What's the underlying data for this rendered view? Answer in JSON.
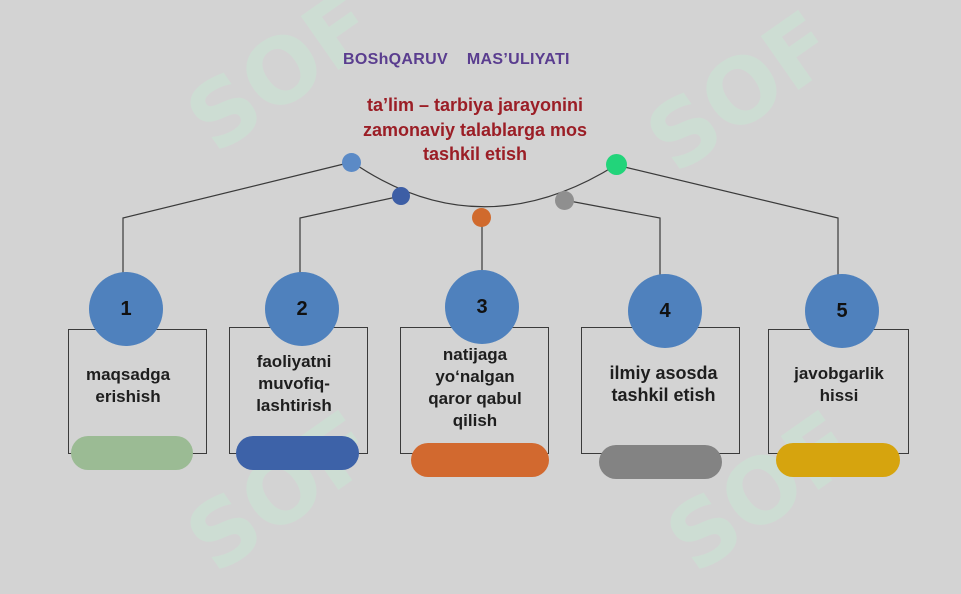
{
  "header": {
    "title_part1": "BOShQARUV",
    "title_part2": "MAS’ULIYATI"
  },
  "center": {
    "text": "ta’lim – tarbiya jarayonini zamonaviy talablarga mos tashkil etish"
  },
  "items": [
    {
      "number": "1",
      "text": "maqsadga erishish",
      "color": "#9bbb94",
      "dot_color": "#5b8ac6"
    },
    {
      "number": "2",
      "text": "faoliyatni muvofiq-lashtirish",
      "color": "#3d62a8",
      "dot_color": "#3d5ea5"
    },
    {
      "number": "3",
      "text": "natijaga yo‘nalgan qaror qabul qilish",
      "color": "#d2692f",
      "dot_color": "#d06a2d"
    },
    {
      "number": "4",
      "text": "ilmiy asosda tashkil etish",
      "color": "#838383",
      "dot_color": "#8f8f8f"
    },
    {
      "number": "5",
      "text": "javobgarlik hissi",
      "color": "#d6a40e",
      "dot_color": "#22d47a"
    }
  ],
  "watermark": {
    "text": "SOF",
    "color": "#c9e6d4"
  }
}
